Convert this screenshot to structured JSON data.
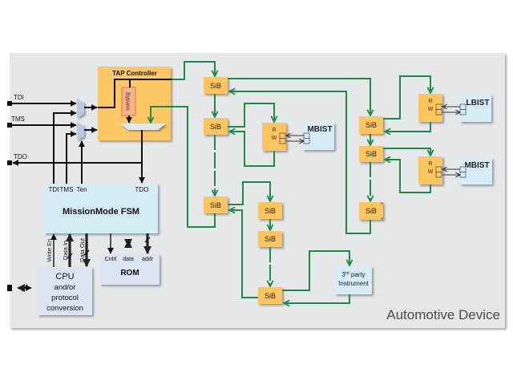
{
  "device_label": "Automotive Device",
  "colors": {
    "panel": "#e6e7e8",
    "sib": "#fcc55e",
    "tap_controller": "#fcc865",
    "instrument": "#d6ecf6",
    "fsm": "#d5ecf6",
    "cpu_rom": "#dbe4f3",
    "bypass": "#f9b48a",
    "scan_path": "#1f8a47",
    "signal": "#111111"
  },
  "pins": {
    "tdi": "TDI",
    "tms": "TMS",
    "tdo": "TDO"
  },
  "tap_controller": {
    "title": "TAP Controller",
    "bypass": "Bypass"
  },
  "fsm": {
    "title": "MissionMode FSM",
    "ports": {
      "tdi": "TDI",
      "tms": "TMS",
      "ten": "Ten",
      "tdo": "TDO"
    }
  },
  "cpu": {
    "lines": [
      "CPU",
      "and/or",
      "protocol",
      "conversion"
    ],
    "signals": {
      "write_en": "Write En",
      "data_in": "Data In",
      "data_out": "Data Out"
    }
  },
  "rom": {
    "title": "ROM",
    "ports": {
      "cntrl": "Cntrl",
      "data": "data",
      "addr": "addr"
    }
  },
  "sibs": [
    "SiB",
    "SiB",
    "SiB",
    "SiB",
    "SiB",
    "SiB",
    "SiB",
    "SiB",
    "SiB"
  ],
  "rw": {
    "r": "R",
    "w": "W"
  },
  "instruments": {
    "mbist_left": "MBIST",
    "lbist": "LBIST",
    "mbist_right": "MBIST",
    "third_party": {
      "num": "3",
      "sup": "rd",
      "rest": " party",
      "line2": "Instrument"
    }
  }
}
